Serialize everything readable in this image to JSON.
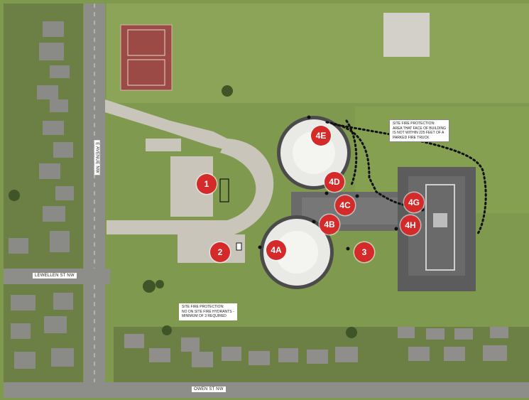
{
  "map": {
    "streets": {
      "e_avenue": "E AVENUE NW",
      "lewellen": "LEWELLEN ST NW",
      "owen": "OWEN ST NW"
    },
    "notes": {
      "site_fire_top": [
        "SITE FIRE PROTECTION:",
        "AREA THAT FACE OF BUILDING",
        "IS NOT WITHIN 225 FEET OF A",
        "PARKED FIRE TRUCK"
      ],
      "site_fire_bottom": [
        "SITE FIRE PROTECTION:",
        "NO ON SITE FIRE HYDRANTS -",
        "MINIMUM OF 3 REQUIRED"
      ]
    },
    "markers": [
      "1",
      "2",
      "3",
      "4A",
      "4B",
      "4C",
      "4D",
      "4E",
      "4G",
      "4H"
    ],
    "colors": {
      "marker": "#d42a2a",
      "grass": "#7f9a4e",
      "pavement": "#c9c5bb",
      "roof": "#5a5a5a",
      "fire_route": "#111111"
    }
  }
}
